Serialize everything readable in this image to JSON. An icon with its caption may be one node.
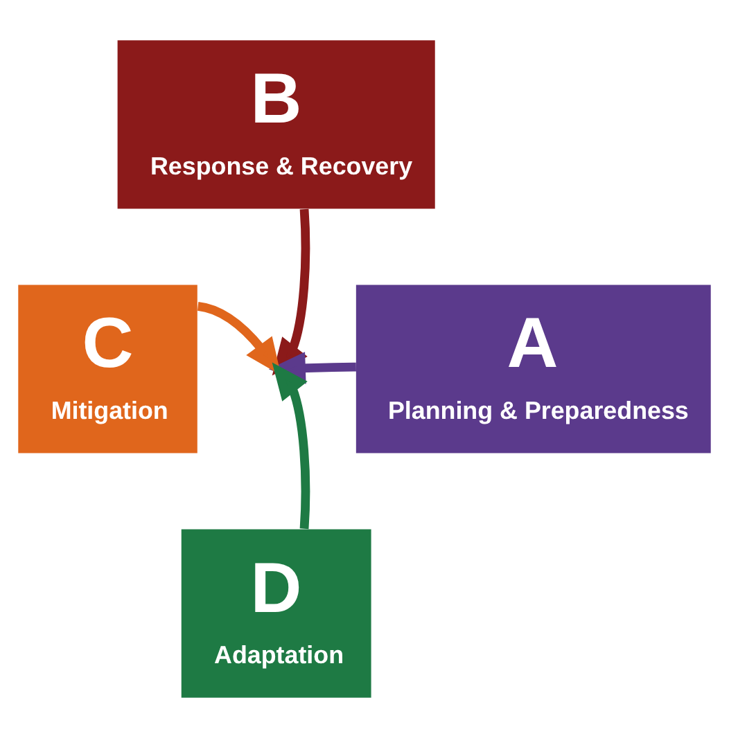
{
  "diagram": {
    "nodes": [
      {
        "text": [
          "B",
          "Response & Recovery"
        ]
      },
      {
        "text": [
          "A",
          "Planning & Preparedness"
        ]
      },
      {
        "text": [
          "C",
          "Mitigation"
        ]
      },
      {
        "text": [
          "D",
          "Adaptation"
        ]
      }
    ],
    "edges": [
      {
        "from": 0,
        "to": null,
        "arrow": "to",
        "color": "#8b1a1a"
      },
      {
        "from": 1,
        "to": null,
        "arrow": "to",
        "color": "#5b3a8c"
      },
      {
        "from": 2,
        "to": null,
        "arrow": "to",
        "color": "#e0661c"
      },
      {
        "from": 3,
        "to": null,
        "arrow": "to",
        "color": "#1e7a44"
      }
    ]
  }
}
